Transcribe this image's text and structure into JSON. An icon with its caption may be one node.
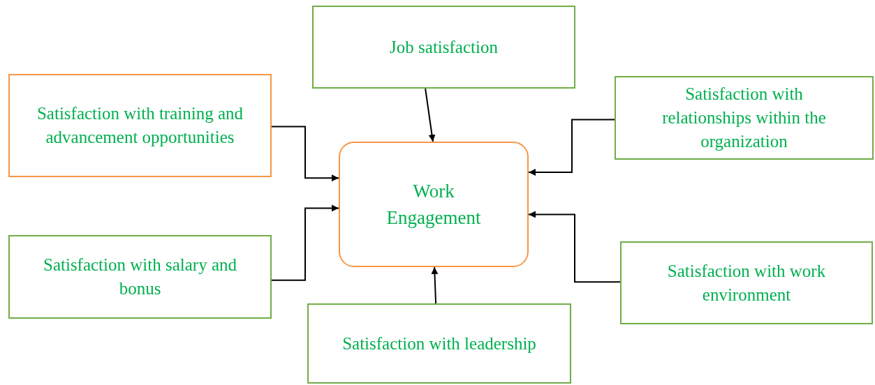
{
  "diagram": {
    "nodes": [
      {
        "text": [
          "Work Engagement"
        ]
      },
      {
        "text": [
          "Job satisfaction"
        ]
      },
      {
        "text": [
          "Satisfaction with training and advancement opportunities"
        ]
      },
      {
        "text": [
          "Satisfaction with relationships within the organization"
        ]
      },
      {
        "text": [
          "Satisfaction with salary and bonus"
        ]
      },
      {
        "text": [
          "Satisfaction with work environment"
        ]
      },
      {
        "text": [
          "Satisfaction with leadership"
        ]
      }
    ],
    "edges": [
      {
        "from": 1,
        "to": 0,
        "arrow": "to"
      },
      {
        "from": 2,
        "to": 0,
        "arrow": "to"
      },
      {
        "from": 3,
        "to": 0,
        "arrow": "to"
      },
      {
        "from": 4,
        "to": 0,
        "arrow": "to"
      },
      {
        "from": 5,
        "to": 0,
        "arrow": "to"
      },
      {
        "from": 6,
        "to": 0,
        "arrow": "to"
      }
    ]
  }
}
